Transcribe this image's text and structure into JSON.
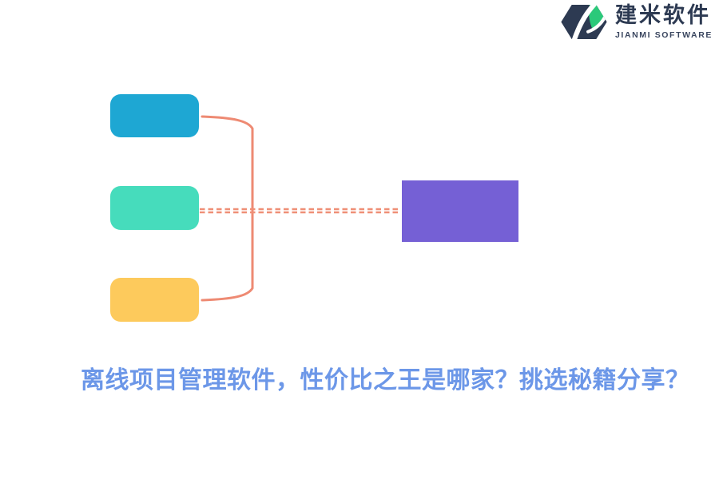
{
  "logo": {
    "title": "建米软件",
    "subtitle": "JIANMI SOFTWARE",
    "icon": "hexagon-leaf-icon",
    "title_color": "#2d3a52",
    "subtitle_color": "#3a465f",
    "icon_hex_color": "#2d3a52",
    "icon_leaf_color": "#2bc97a"
  },
  "diagram": {
    "type": "bracket-merge-diagram",
    "nodes": [
      {
        "name": "node-top",
        "label": "",
        "color": "#1ea7d3"
      },
      {
        "name": "node-middle",
        "label": "",
        "color": "#46dcbc"
      },
      {
        "name": "node-bottom",
        "label": "",
        "color": "#fdca5c"
      },
      {
        "name": "node-result",
        "label": "",
        "color": "#7560d5"
      }
    ],
    "connector_color": "#ee8a73",
    "dashed_connector_color": "#ef8f77"
  },
  "heading": {
    "text": "离线项目管理软件，性价比之王是哪家？挑选秘籍分享？",
    "color": "#6c97e8"
  }
}
